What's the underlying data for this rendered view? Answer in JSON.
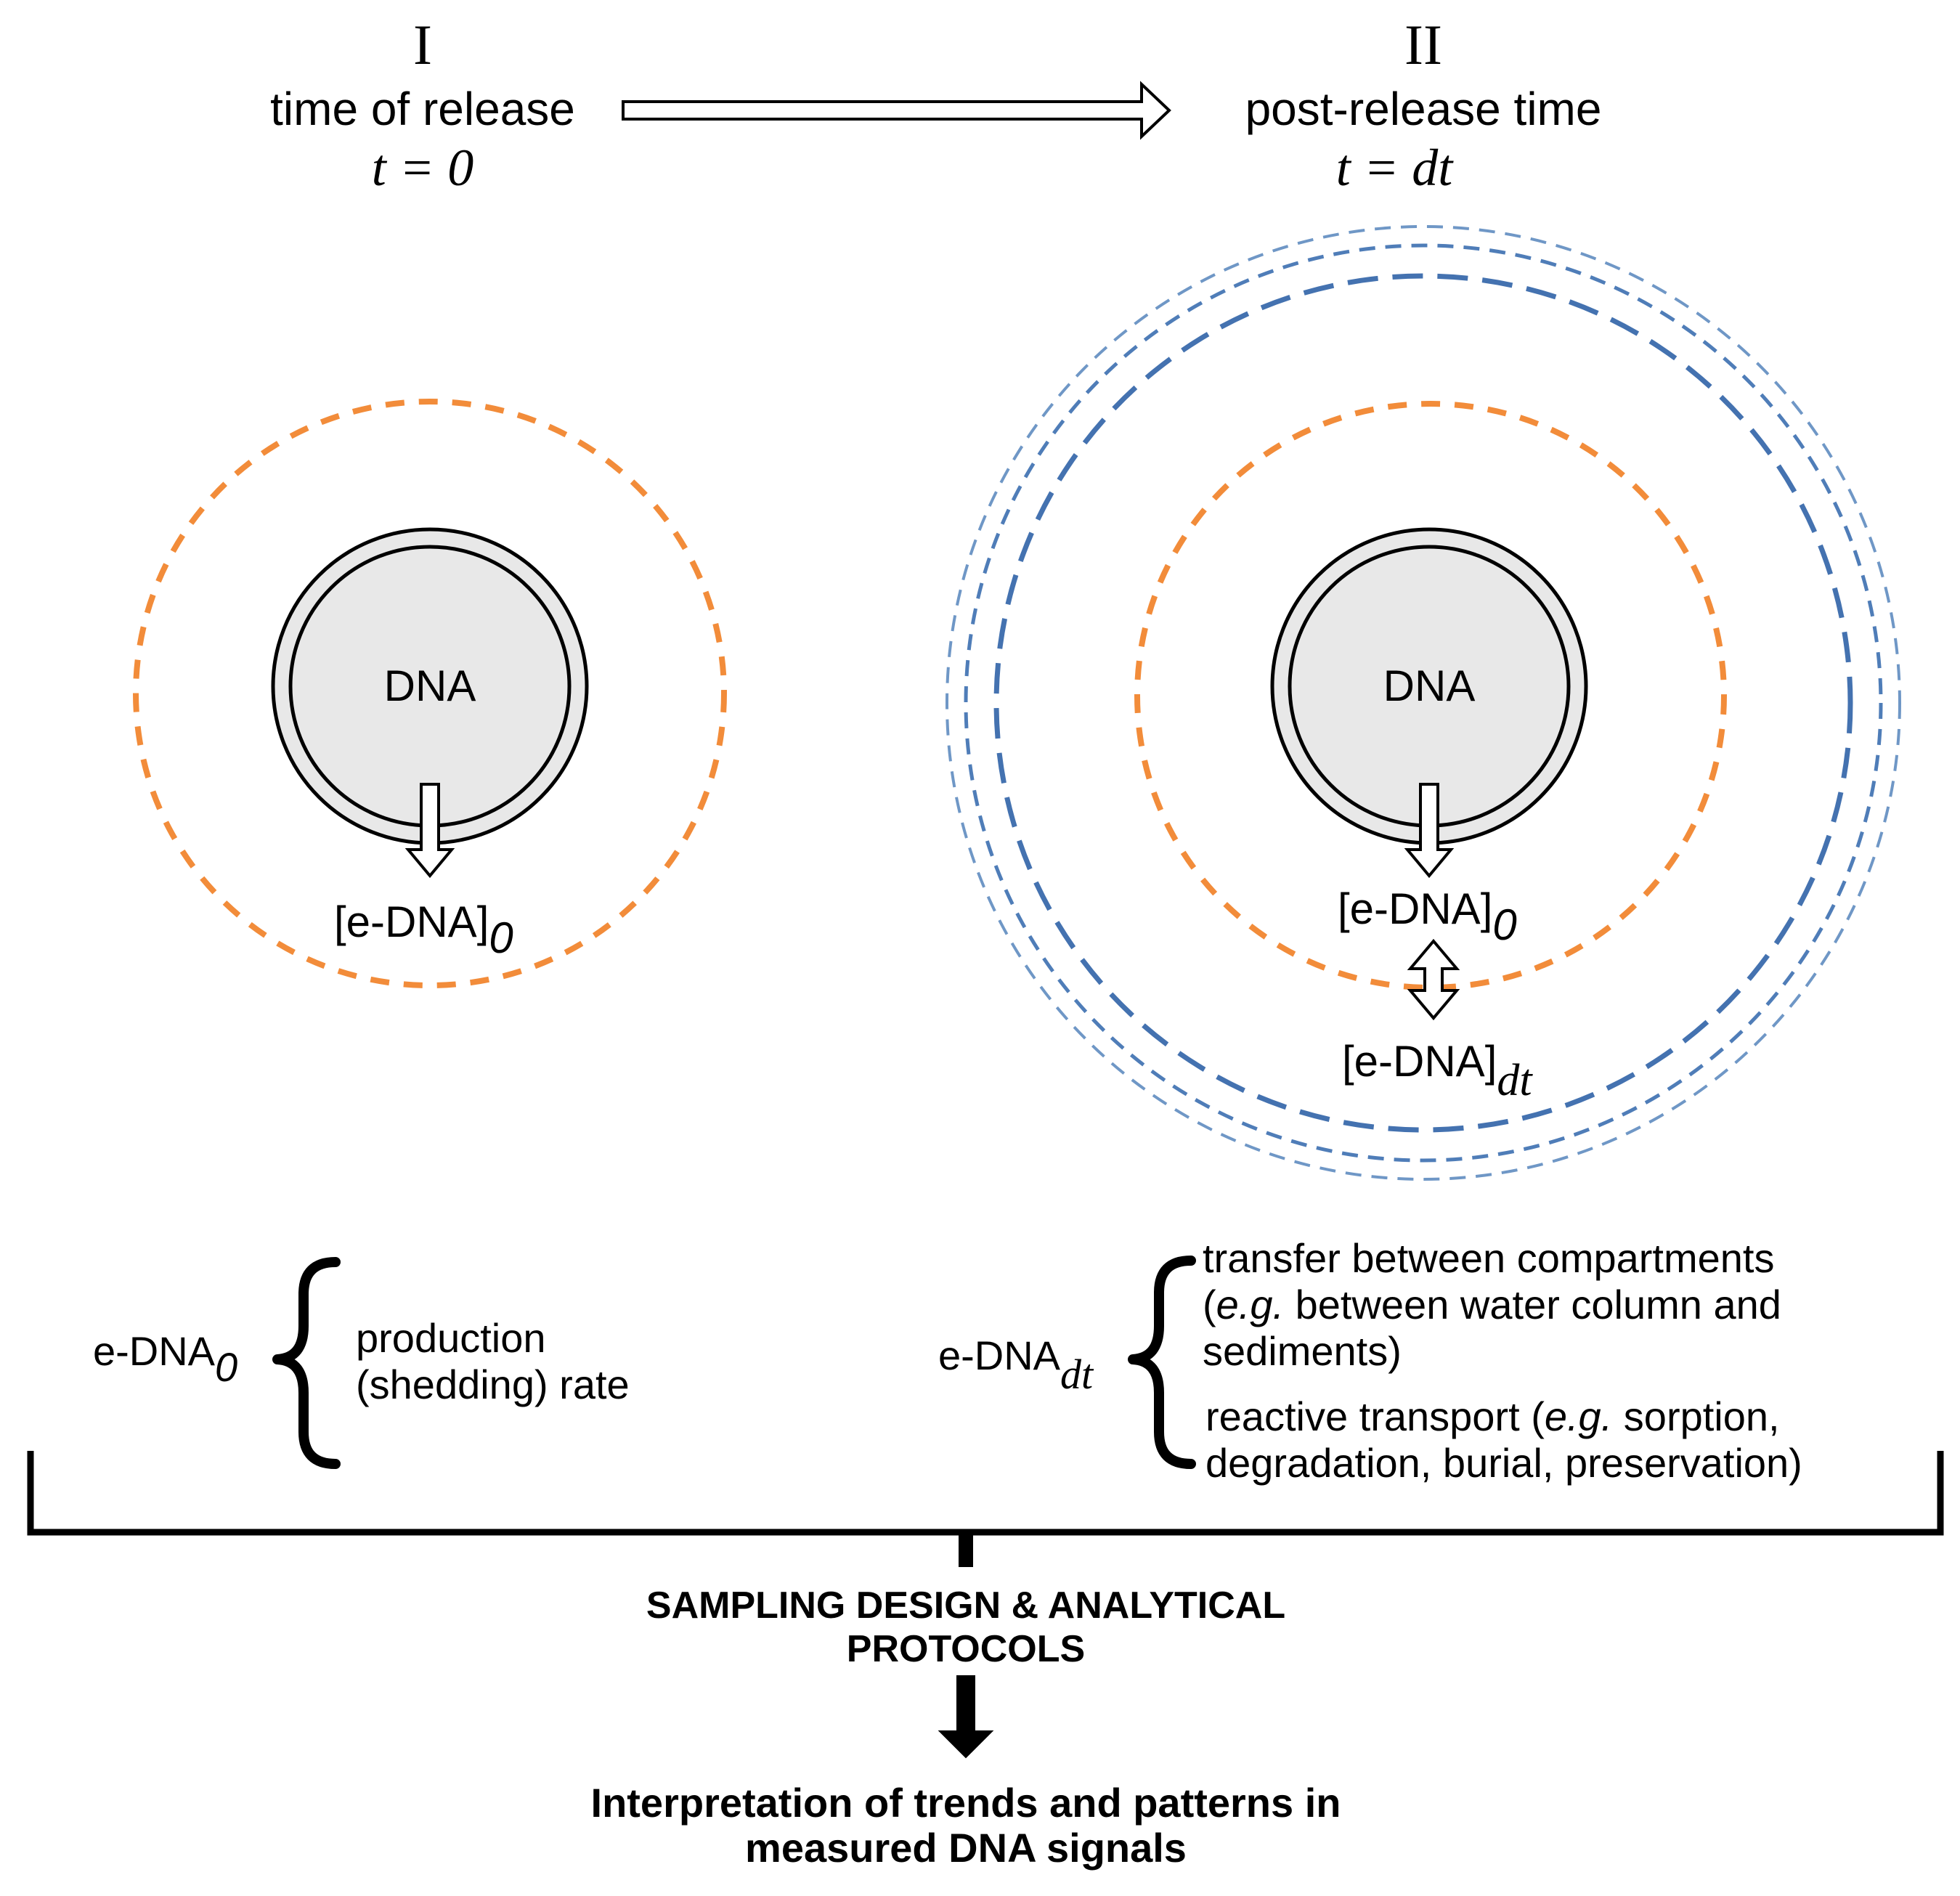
{
  "phase1": {
    "numeral": "I",
    "title": "time of release",
    "time_var": "t",
    "time_eq": " = 0"
  },
  "phase2": {
    "numeral": "II",
    "title": "post-release time",
    "time_var": "t",
    "time_eq": " = ",
    "time_val": "dt"
  },
  "cell_label": "DNA",
  "edna0": {
    "base": "[e-DNA]",
    "sub": "0"
  },
  "ednadt": {
    "base": "[e-DNA]",
    "sub": "dt"
  },
  "left_bracket": {
    "term_base": "e-DNA",
    "term_sub": "0",
    "lines": [
      "production",
      "(shedding) rate"
    ]
  },
  "right_bracket": {
    "term_base": "e-DNA",
    "term_sub": "dt",
    "item1": {
      "line1": "transfer between compartments",
      "line2_pre": "(",
      "line2_ital": "e.g.",
      "line2_post": " between water column and",
      "line3": "sediments)"
    },
    "item2": {
      "line1_pre": "reactive transport (",
      "line1_ital": "e.g.",
      "line1_post": " sorption,",
      "line2": "degradation, burial, preservation)"
    }
  },
  "sampling": {
    "line1": "SAMPLING DESIGN & ANALYTICAL",
    "line2": "PROTOCOLS"
  },
  "interpretation": {
    "line1": "Interpretation of trends and patterns in",
    "line2": "measured DNA signals"
  },
  "colors": {
    "orange": "#F28C3A",
    "blue_dark": "#4472B0",
    "blue_light": "#6F97C6",
    "cell_fill": "#E8E8E8",
    "ink": "#000000"
  }
}
